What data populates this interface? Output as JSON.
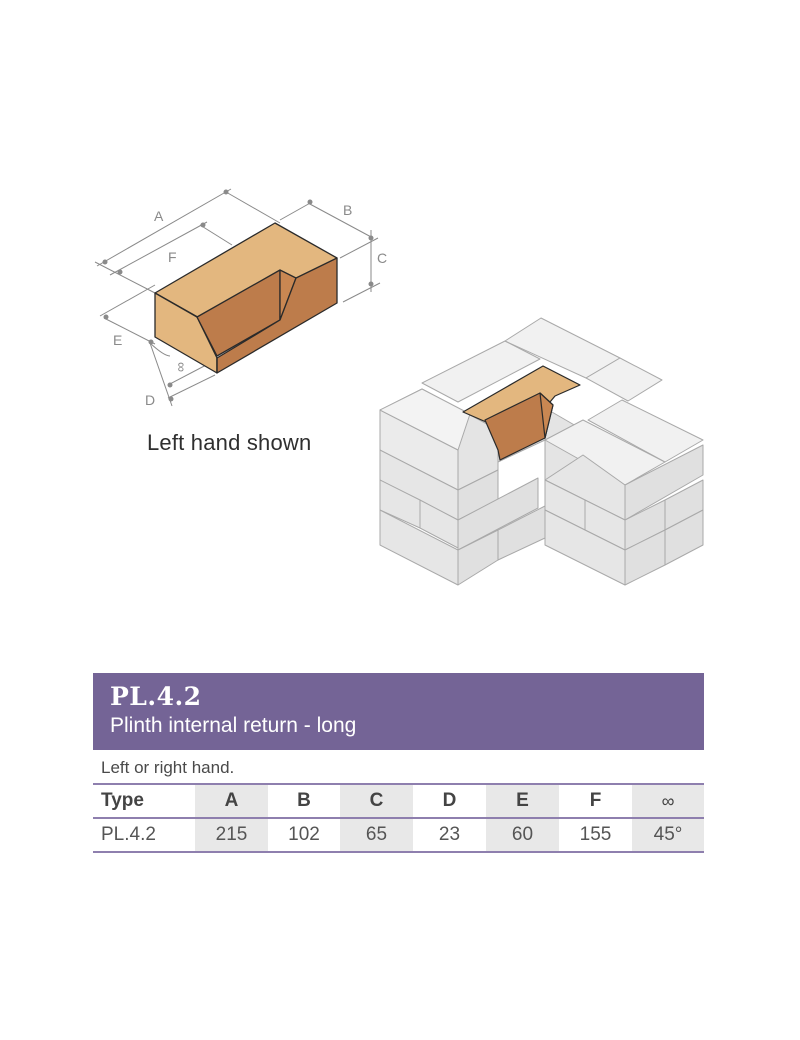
{
  "diagram": {
    "dimension_labels": {
      "A": "A",
      "B": "B",
      "C": "C",
      "D": "D",
      "E": "E",
      "F": "F",
      "angle": "∞"
    },
    "caption": "Left hand shown",
    "colors": {
      "brick_top": "#e3b77f",
      "brick_side": "#bd7c4b",
      "brick_shadow": "#a96d40",
      "wall_light": "#f0f0f0",
      "wall_mid": "#e2e2e2",
      "wall_edge": "#a9a9a9",
      "dim_line": "#8a8a8a"
    }
  },
  "spec": {
    "code": "PL.4.2",
    "name": "Plinth internal return - long",
    "note": "Left or right hand.",
    "header_color": "#746496",
    "columns": [
      "Type",
      "A",
      "B",
      "C",
      "D",
      "E",
      "F",
      "∞"
    ],
    "rows": [
      [
        "PL.4.2",
        "215",
        "102",
        "65",
        "23",
        "60",
        "155",
        "45°"
      ]
    ]
  }
}
